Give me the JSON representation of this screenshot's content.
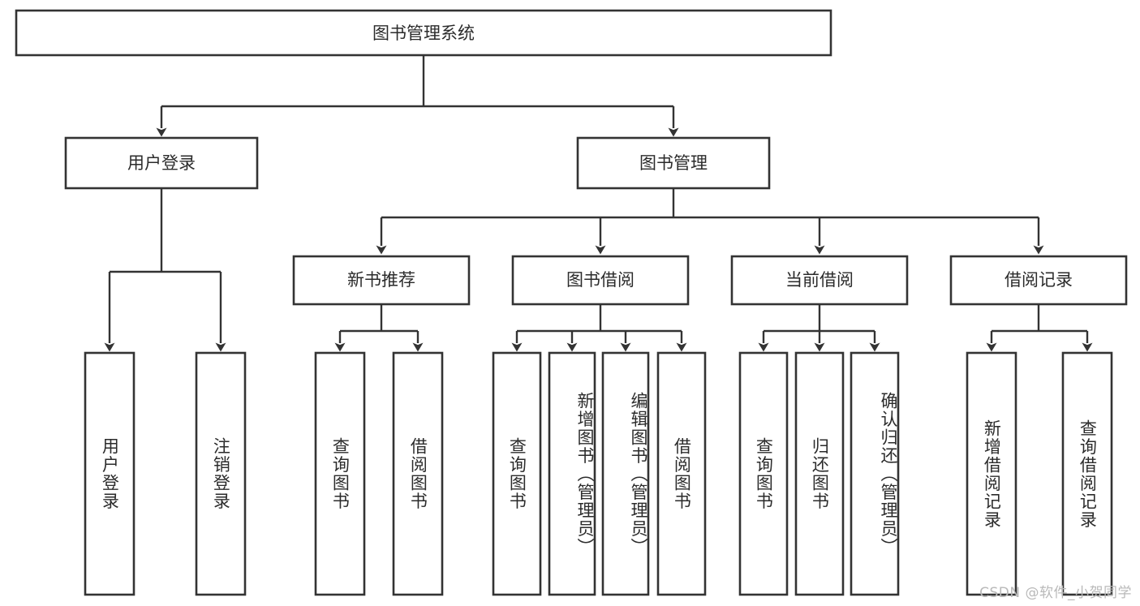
{
  "diagram": {
    "type": "tree",
    "title": "图书管理系统",
    "orientation": "top-down",
    "colors": {
      "box_stroke": "#333333",
      "box_fill": "#ffffff",
      "text": "#2b2b2b",
      "connector": "#333333",
      "watermark": "#b9b9b9",
      "background": "#ffffff"
    },
    "root": {
      "label": "图书管理系统"
    },
    "level2": [
      {
        "id": "user-login",
        "label": "用户登录"
      },
      {
        "id": "book-manage",
        "label": "图书管理"
      }
    ],
    "level3": [
      {
        "id": "new-book-recommend",
        "label": "新书推荐",
        "parent": "book-manage"
      },
      {
        "id": "book-borrow",
        "label": "图书借阅",
        "parent": "book-manage"
      },
      {
        "id": "current-borrow",
        "label": "当前借阅",
        "parent": "book-manage"
      },
      {
        "id": "borrow-record",
        "label": "借阅记录",
        "parent": "book-manage"
      }
    ],
    "leaves": [
      {
        "id": "leaf-user-login",
        "label": "用户登录",
        "parent": "user-login"
      },
      {
        "id": "leaf-logout-login",
        "label": "注销登录",
        "parent": "user-login"
      },
      {
        "id": "leaf-query-book-1",
        "label": "查询图书",
        "parent": "new-book-recommend"
      },
      {
        "id": "leaf-borrow-book-1",
        "label": "借阅图书",
        "parent": "new-book-recommend"
      },
      {
        "id": "leaf-query-book-2",
        "label": "查询图书",
        "parent": "book-borrow"
      },
      {
        "id": "leaf-add-book",
        "label": "新增图书（管理员）",
        "parent": "book-borrow"
      },
      {
        "id": "leaf-edit-book",
        "label": "编辑图书（管理员）",
        "parent": "book-borrow"
      },
      {
        "id": "leaf-borrow-book-2",
        "label": "借阅图书",
        "parent": "book-borrow"
      },
      {
        "id": "leaf-query-book-3",
        "label": "查询图书",
        "parent": "current-borrow"
      },
      {
        "id": "leaf-return-book",
        "label": "归还图书",
        "parent": "current-borrow"
      },
      {
        "id": "leaf-confirm-return",
        "label": "确认归还（管理员）",
        "parent": "current-borrow"
      },
      {
        "id": "leaf-add-record",
        "label": "新增借阅记录",
        "parent": "borrow-record"
      },
      {
        "id": "leaf-query-record",
        "label": "查询借阅记录",
        "parent": "borrow-record"
      }
    ]
  },
  "watermark": {
    "text": "CSDN @软件_小贺同学"
  }
}
